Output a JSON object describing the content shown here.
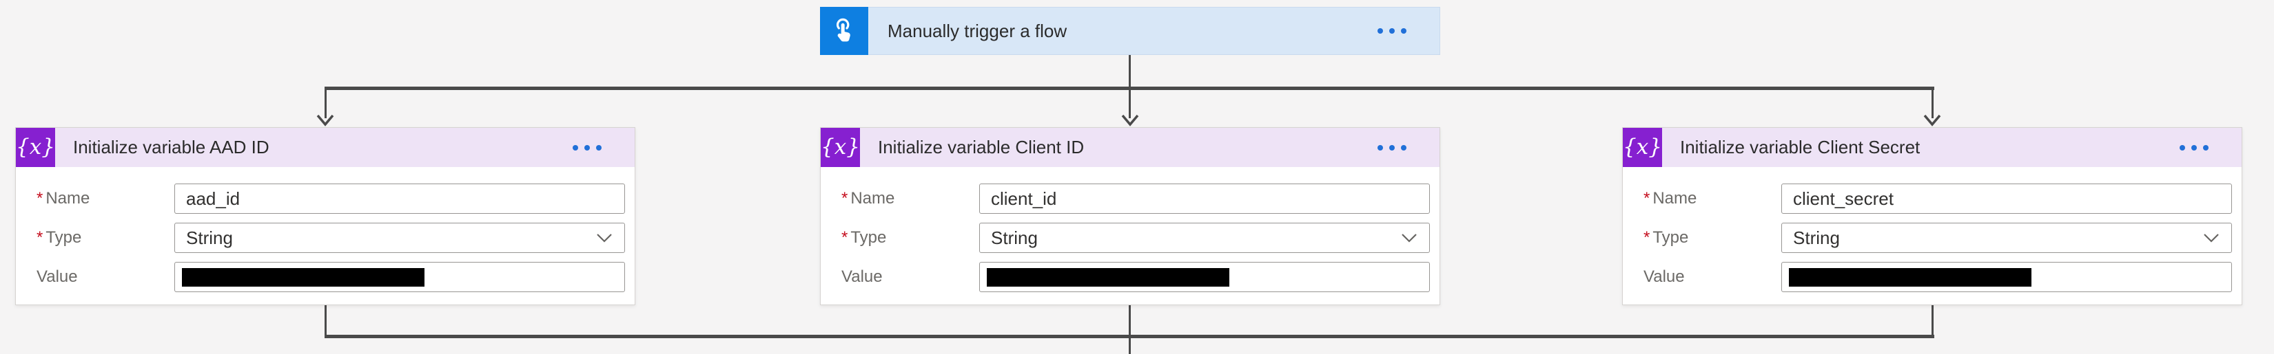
{
  "colors": {
    "canvas_bg": "#F5F4F4",
    "trigger_accent_blue": "#0E7FE1",
    "trigger_header_bg": "#D8E7F7",
    "action_accent_purple": "#8620D0",
    "action_header_bg": "#EEE3F6",
    "connector_gray": "#4A4A4A",
    "menu_dot_blue": "#2170D8",
    "required_red": "#C50F1F"
  },
  "ui": {
    "required_marker": "*",
    "variable_icon_glyph": "{x}"
  },
  "trigger": {
    "title": "Manually trigger a flow"
  },
  "cards": [
    {
      "title": "Initialize variable AAD ID",
      "fields": {
        "name": {
          "label": "Name",
          "required": true,
          "value": "aad_id"
        },
        "type": {
          "label": "Type",
          "required": true,
          "value": "String"
        },
        "value": {
          "label": "Value",
          "required": false,
          "redacted": true
        }
      }
    },
    {
      "title": "Initialize variable Client ID",
      "fields": {
        "name": {
          "label": "Name",
          "required": true,
          "value": "client_id"
        },
        "type": {
          "label": "Type",
          "required": true,
          "value": "String"
        },
        "value": {
          "label": "Value",
          "required": false,
          "redacted": true
        }
      }
    },
    {
      "title": "Initialize variable Client Secret",
      "fields": {
        "name": {
          "label": "Name",
          "required": true,
          "value": "client_secret"
        },
        "type": {
          "label": "Type",
          "required": true,
          "value": "String"
        },
        "value": {
          "label": "Value",
          "required": false,
          "redacted": true
        }
      }
    }
  ]
}
